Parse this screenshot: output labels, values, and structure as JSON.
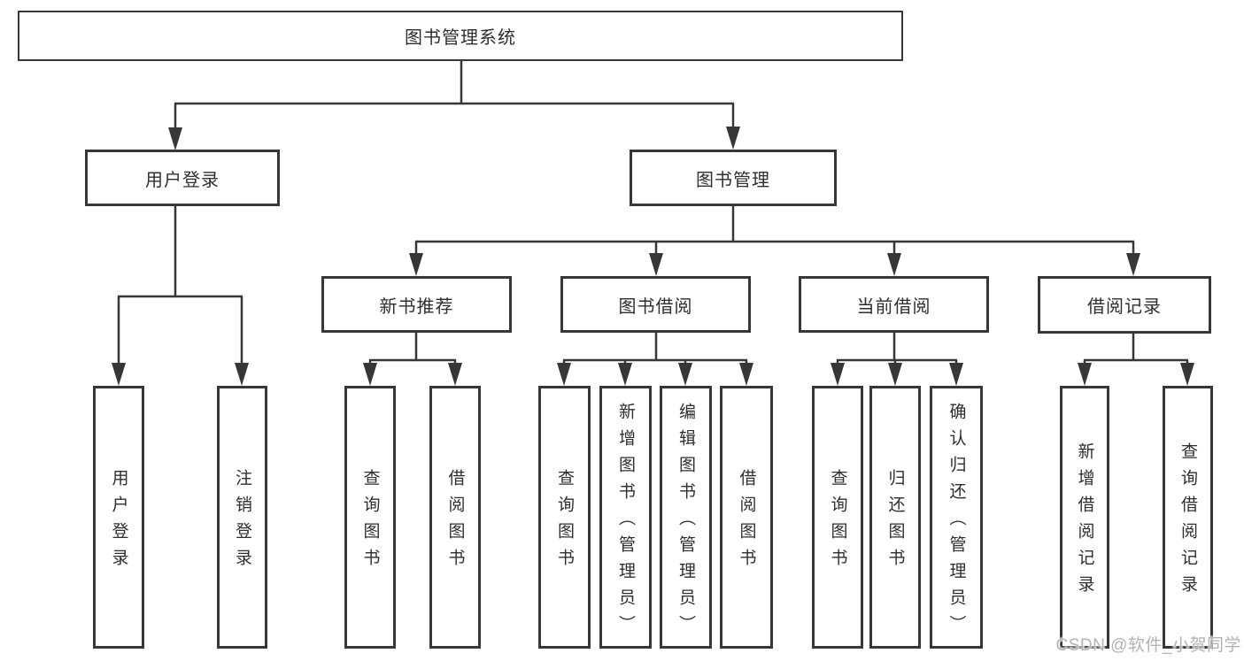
{
  "nodes": {
    "root": "图书管理系统",
    "user_login": "用户登录",
    "book_mgmt": "图书管理",
    "new_books": "新书推荐",
    "book_borrow": "图书借阅",
    "current_borrow": "当前借阅",
    "borrow_records": "借阅记录",
    "login_children": [
      "用户登录",
      "注销登录"
    ],
    "new_books_children": [
      "查询图书",
      "借阅图书"
    ],
    "book_borrow_children": [
      "查询图书",
      "新增图书（管理员）",
      "编辑图书（管理员）",
      "借阅图书"
    ],
    "current_borrow_children": [
      "查询图书",
      "归还图书",
      "确认归还（管理员）"
    ],
    "borrow_records_children": [
      "新增借阅记录",
      "查询借阅记录"
    ]
  },
  "watermark": "CSDN @软件_小贺同学",
  "colors": {
    "line": "#373737",
    "text": "#2e2e2e",
    "box_bg": "#ffffff",
    "watermark": "#b3b3b3"
  }
}
